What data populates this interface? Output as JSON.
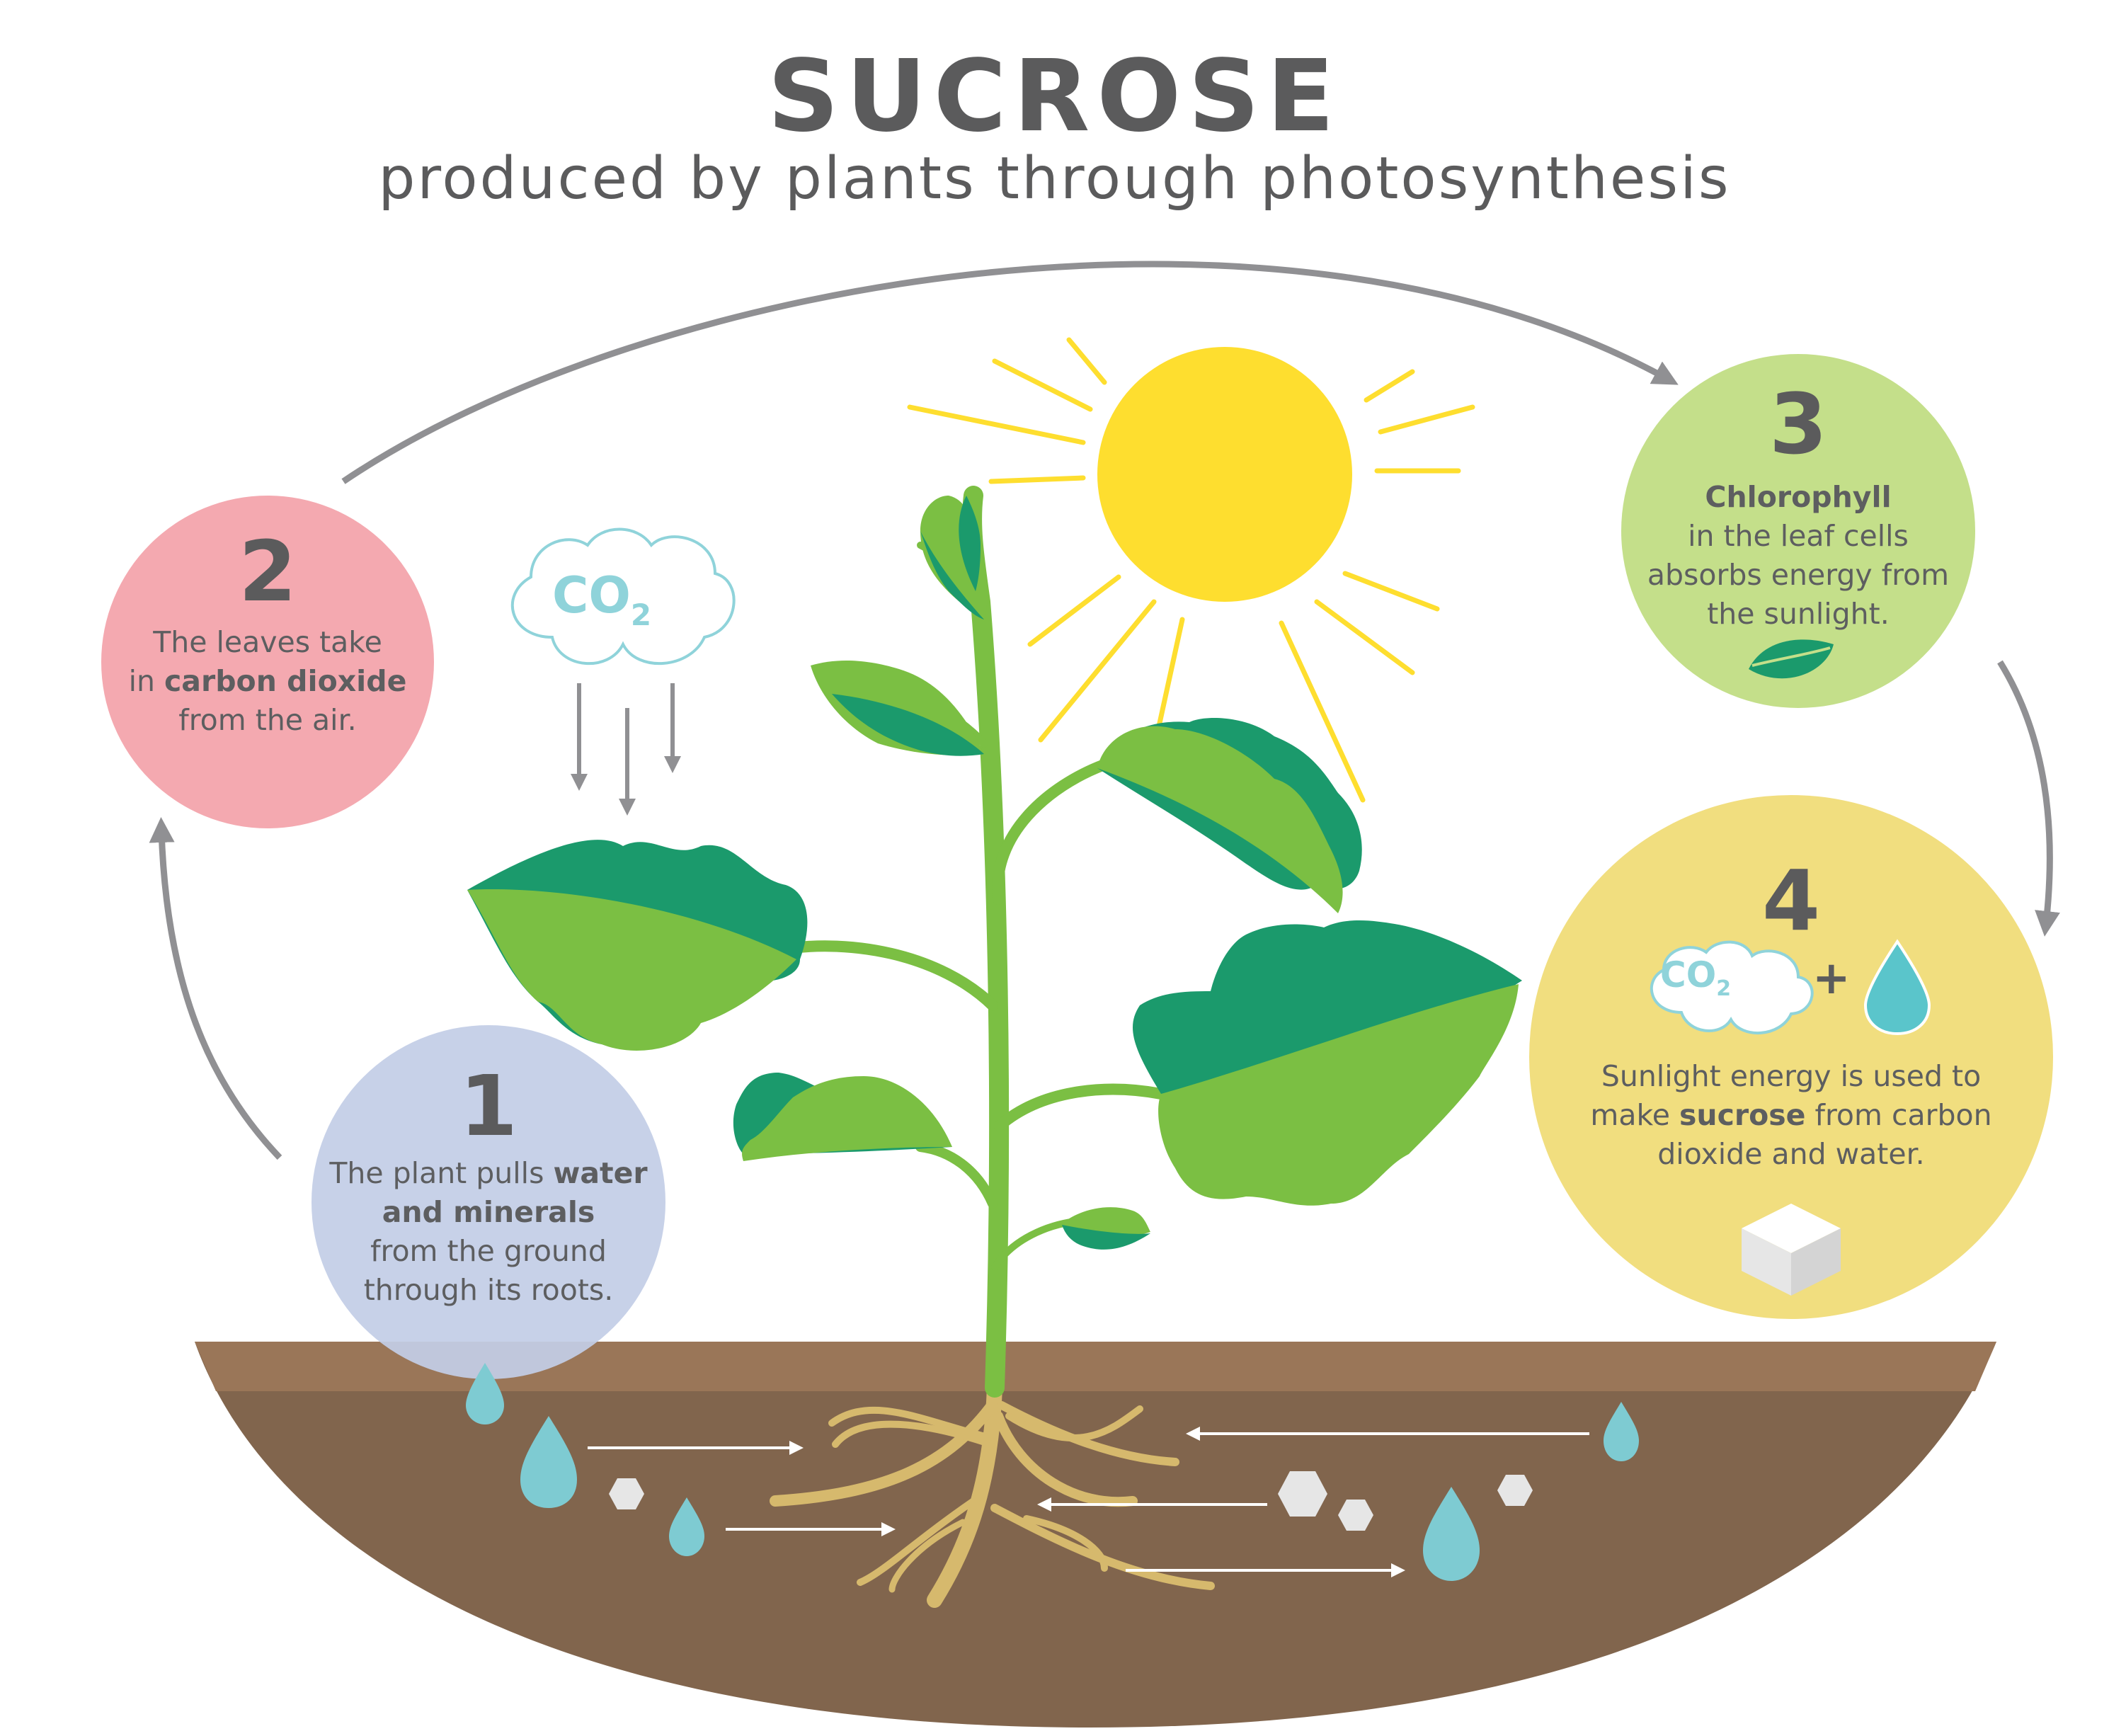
{
  "title": "SUCROSE",
  "subtitle": "produced by plants through photosynthesis",
  "steps": {
    "step1": {
      "number": "1",
      "line1": "The plant pulls ",
      "bold1": "water",
      "bold2": "and minerals",
      "line3": "from the ground",
      "line4": "through its roots."
    },
    "step2": {
      "number": "2",
      "line1": "The leaves take",
      "pre2": "in ",
      "bold": "carbon dioxide",
      "line3": "from the air."
    },
    "step3": {
      "number": "3",
      "bold": "Chlorophyll",
      "line2": "in the leaf cells",
      "line3": "absorbs energy from",
      "line4": "the sunlight."
    },
    "step4": {
      "number": "4",
      "line1": "Sunlight energy is used to",
      "pre2": "make ",
      "bold": "sucrose",
      "post2": " from carbon",
      "line3": "dioxide and water.",
      "plus": "+"
    }
  },
  "co2": {
    "main": "CO",
    "sub": "2"
  },
  "colors": {
    "title": "#5b5b5c",
    "step1_circle": "#c3cde6",
    "step2_circle": "#f4a9b0",
    "step3_circle": "#c4df8a",
    "step4_circle": "#f1de7f",
    "sun": "#fede2f",
    "leaf_dark": "#1b9a6c",
    "leaf_light": "#7bbf43",
    "soil_top": "#9a7658",
    "soil": "#81654d",
    "root": "#d6b96d",
    "water": "#7ecbd2",
    "arrow": "#909093"
  },
  "icons": [
    "sun-icon",
    "co2-cloud-icon",
    "water-drop-icon",
    "leaf-icon",
    "sugar-cube-icon",
    "mineral-hexagon-icon",
    "cycle-arrow-icon"
  ]
}
